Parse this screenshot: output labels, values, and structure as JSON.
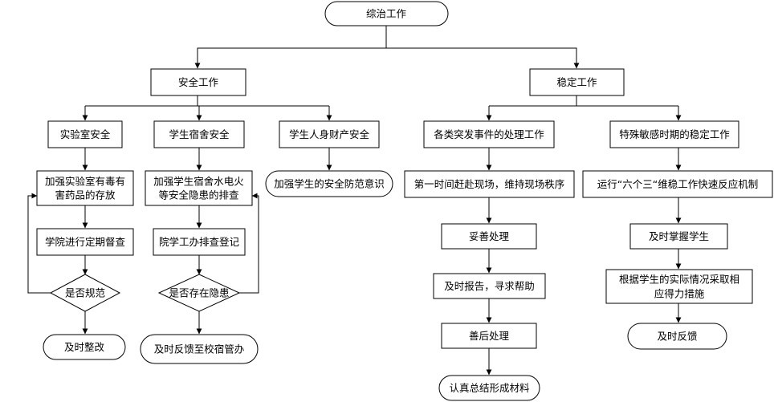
{
  "nodes": {
    "root": "综治工作",
    "safety": "安全工作",
    "stability": "稳定工作",
    "lab": "实验室安全",
    "dorm": "学生宿舍安全",
    "property": "学生人身财产安全",
    "emergency": "各类突发事件的处理工作",
    "sensitive": "特殊敏感时期的稳定工作",
    "lab_1": [
      "加强实验室有毒有",
      "害药品的存放"
    ],
    "lab_2": "学院进行定期督查",
    "lab_decision": "是否规范",
    "lab_end": "及时整改",
    "dorm_1": [
      "加强学生宿舍水电火",
      "等安全隐患的排查"
    ],
    "dorm_2": "院学工办排查登记",
    "dorm_decision": "是否存在隐患",
    "dorm_end": "及时反馈至校宿管办",
    "property_1": "加强学生的安全防范意识",
    "emergency_1": "第一时间赶赴现场，维持现场秩序",
    "emergency_2": "妥善处理",
    "emergency_3": "及时报告，寻求帮助",
    "emergency_4": "善后处理",
    "emergency_end": "认真总结形成材料",
    "sensitive_1": "运行“六个三“维稳工作快速反应机制",
    "sensitive_2": "及时掌握学生",
    "sensitive_3": [
      "根据学生的实际情况采取相",
      "应得力措施"
    ],
    "sensitive_end": "及时反馈"
  }
}
